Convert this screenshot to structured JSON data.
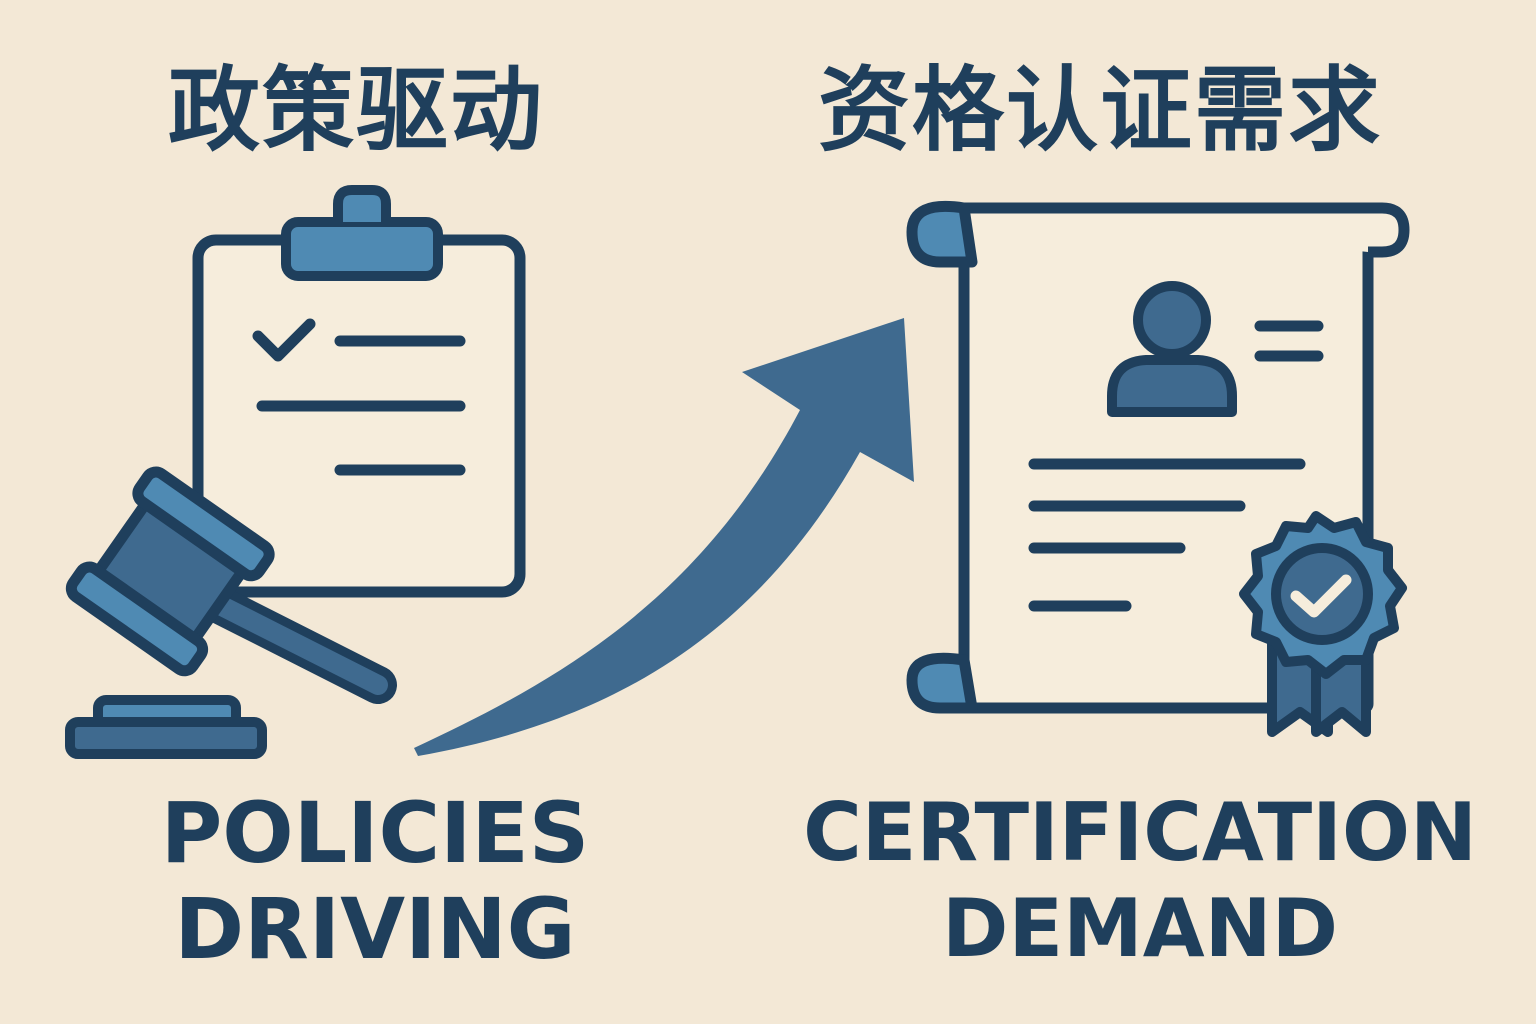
{
  "left": {
    "title_cn": "政策驱动",
    "label_line1": "POLICIES",
    "label_line2": "DRIVING",
    "icons": [
      "clipboard-icon",
      "checkmark-icon",
      "gavel-icon"
    ]
  },
  "right": {
    "title_cn": "资格认证需求",
    "label_line1": "CERTIFICATION",
    "label_line2": "DEMAND",
    "icons": [
      "scroll-icon",
      "person-icon",
      "award-seal-icon"
    ]
  },
  "connector": {
    "icon": "arrow-icon"
  },
  "colors": {
    "background": "#f3e8d6",
    "dark_navy": "#1f3f5c",
    "steel_blue": "#3f6a8f",
    "light_blue": "#4f8ab3",
    "paper": "#f6eddc"
  }
}
